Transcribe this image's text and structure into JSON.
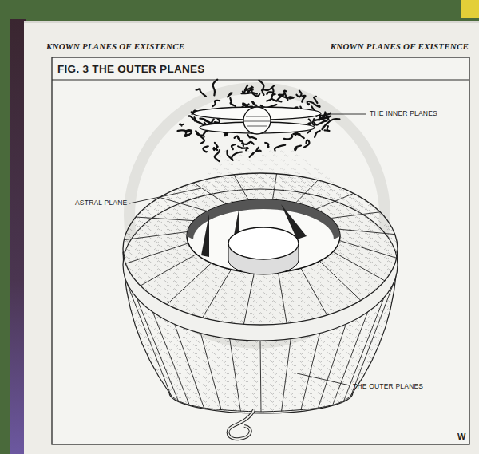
{
  "diagram": {
    "title": "FIG. 3 THE OUTER PLANES",
    "labels": [
      "KNOWN PLANES OF EXISTENCE",
      "KNOWN PLANES OF EXISTENCE",
      "THE INNER PLANES",
      "ASTRAL PLANE",
      "THE OUTER PLANES",
      "W"
    ]
  }
}
